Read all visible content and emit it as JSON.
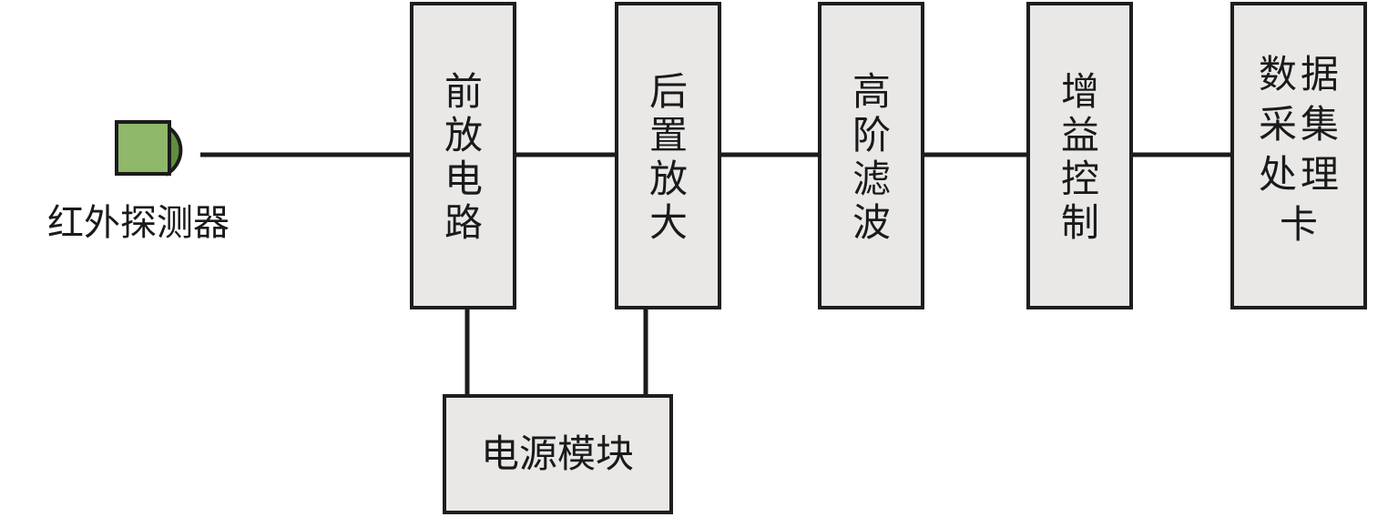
{
  "diagram": {
    "detector": {
      "label": "红外探测器",
      "body_color": "#8fb86a",
      "dome_color": "#5f8f3e"
    },
    "blocks": [
      {
        "id": "preamp",
        "label": "前放电路"
      },
      {
        "id": "postamp",
        "label": "后置放大"
      },
      {
        "id": "filter",
        "label": "高阶滤波"
      },
      {
        "id": "gain",
        "label": "增益控制"
      },
      {
        "id": "daq",
        "label": "数据采集处理卡"
      }
    ],
    "power": {
      "label": "电源模块"
    }
  }
}
